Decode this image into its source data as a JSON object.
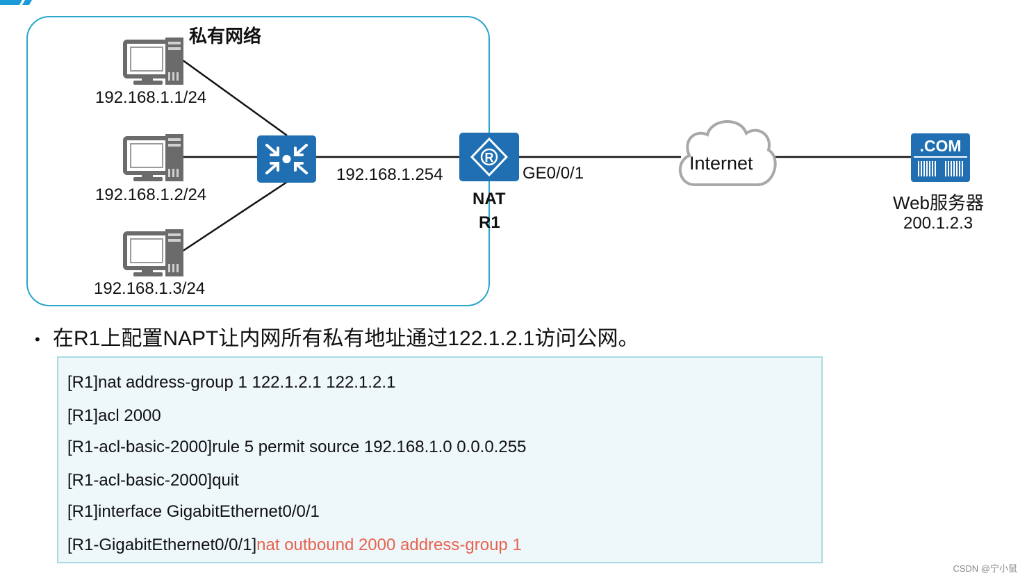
{
  "private_network": {
    "title": "私有网络"
  },
  "pcs": [
    {
      "ip": "192.168.1.1/24"
    },
    {
      "ip": "192.168.1.2/24"
    },
    {
      "ip": "192.168.1.3/24"
    }
  ],
  "links": {
    "switch_router_ip": "192.168.1.254",
    "router_port": "GE0/0/1"
  },
  "router": {
    "role": "NAT",
    "name": "R1",
    "icon_letter": "R"
  },
  "internet": {
    "label": "Internet"
  },
  "web_server": {
    "icon_text": ".COM",
    "name": "Web服务器",
    "ip": "200.1.2.3"
  },
  "bullet": {
    "text": "在R1上配置NAPT让内网所有私有地址通过122.1.2.1访问公网。"
  },
  "commands": [
    {
      "prompt": "[R1]nat address-group 1 122.1.2.1 122.1.2.1",
      "highlight": ""
    },
    {
      "prompt": "[R1]acl 2000",
      "highlight": ""
    },
    {
      "prompt": "[R1-acl-basic-2000]rule 5 permit source 192.168.1.0 0.0.0.255",
      "highlight": ""
    },
    {
      "prompt": "[R1-acl-basic-2000]quit",
      "highlight": ""
    },
    {
      "prompt": "[R1]interface GigabitEthernet0/0/1",
      "highlight": ""
    },
    {
      "prompt": "[R1-GigabitEthernet0/0/1]",
      "highlight": "nat outbound 2000 address-group 1"
    }
  ],
  "watermark": "CSDN @宁小鼠",
  "colors": {
    "device_blue": "#1f6fb2",
    "boundary": "#2aa6c9",
    "highlight": "#e8624e",
    "code_bg": "#eef7fa"
  }
}
